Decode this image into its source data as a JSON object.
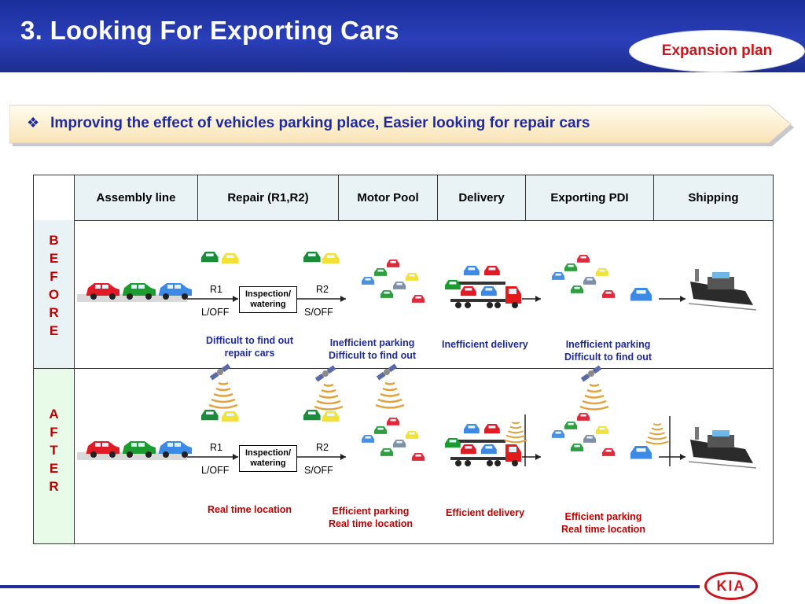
{
  "slide": {
    "title": "3. Looking For Exporting Cars",
    "badge": "Expansion plan",
    "banner_bullet": "❖",
    "banner_text": "Improving the effect of vehicles parking place, Easier looking for repair cars"
  },
  "table": {
    "columns": [
      "Assembly line",
      "Repair (R1,R2)",
      "Motor Pool",
      "Delivery",
      "Exporting PDI",
      "Shipping"
    ],
    "before": {
      "label": [
        "B",
        "E",
        "F",
        "O",
        "R",
        "E"
      ],
      "r1": "R1",
      "r2": "R2",
      "loff": "L/OFF",
      "soff": "S/OFF",
      "inspection": "Inspection/\nwatering",
      "notes": [
        "Difficult to find out\nrepair cars",
        "Inefficient parking\nDifficult to find out",
        "Inefficient delivery",
        "Inefficient parking\nDifficult to find out"
      ]
    },
    "after": {
      "label": [
        "A",
        "F",
        "T",
        "E",
        "R"
      ],
      "r1": "R1",
      "r2": "R2",
      "loff": "L/OFF",
      "soff": "S/OFF",
      "inspection": "Inspection/\nwatering",
      "notes": [
        "Real time location",
        "Efficient parking\nReal time location",
        "Efficient delivery",
        "Efficient parking\nReal time location"
      ]
    }
  },
  "logo": {
    "text": "KIA"
  },
  "colors": {
    "header": "#1a2e9a",
    "accent_red": "#c00000",
    "banner_text": "#1f2a9c"
  },
  "icons": [
    "car-icon",
    "truck-icon",
    "ship-icon",
    "satellite-icon",
    "signal-wave-icon",
    "antenna-icon",
    "bullet-diamond-icon"
  ]
}
